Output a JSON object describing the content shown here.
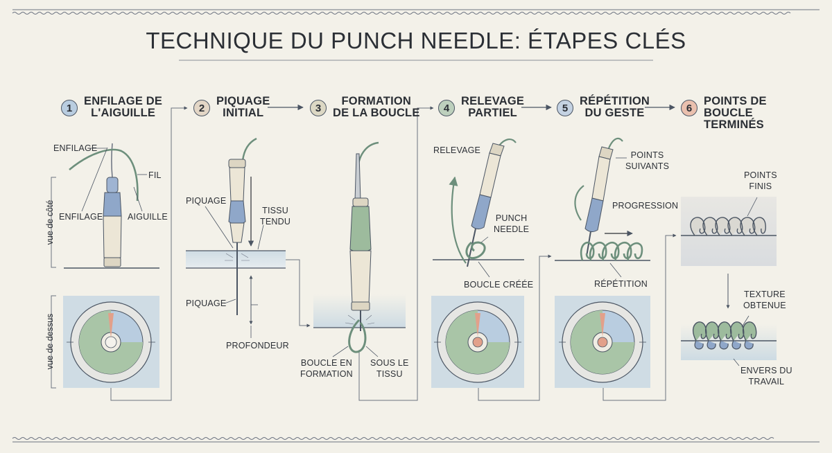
{
  "title": "TECHNIQUE DU PUNCH NEEDLE: ÉTAPES CLÉS",
  "side_labels": {
    "side_view": "vue de côté",
    "top_view": "vue de dessus"
  },
  "steps": [
    {
      "number": "1",
      "title_line1": "ENFILAGE DE",
      "title_line2": "L'AIGUILLE",
      "title_line3": ""
    },
    {
      "number": "2",
      "title_line1": "PIQUAGE",
      "title_line2": "INITIAL",
      "title_line3": ""
    },
    {
      "number": "3",
      "title_line1": "FORMATION",
      "title_line2": "DE LA BOUCLE",
      "title_line3": ""
    },
    {
      "number": "4",
      "title_line1": "RELEVAGE",
      "title_line2": "PARTIEL",
      "title_line3": ""
    },
    {
      "number": "5",
      "title_line1": "RÉPÉTITION",
      "title_line2": "DU GESTE",
      "title_line3": ""
    },
    {
      "number": "6",
      "title_line1": "POINTS DE",
      "title_line2": "BOUCLE",
      "title_line3": "TERMINÉS"
    }
  ],
  "labels": {
    "s1_enfilage_top": "ENFILAGE",
    "s1_fil": "FIL",
    "s1_enfilage": "ENFILAGE",
    "s1_aiguille": "AIGUILLE",
    "s2_piquage_top": "PIQUAGE",
    "s2_tissu_1": "TISSU",
    "s2_tissu_2": "TENDU",
    "s2_piquage_bottom": "PIQUAGE",
    "s2_profondeur": "PROFONDEUR",
    "s3_boucle_1": "BOUCLE EN",
    "s3_boucle_2": "FORMATION",
    "s3_sous_1": "SOUS LE",
    "s3_sous_2": "TISSU",
    "s4_relevage": "RELEVAGE",
    "s4_punch_1": "PUNCH",
    "s4_punch_2": "NEEDLE",
    "s4_boucle_creee": "BOUCLE CRÉÉE",
    "s5_points_1": "POINTS",
    "s5_points_2": "SUIVANTS",
    "s5_progression": "PROGRESSION",
    "s5_repetition": "RÉPÉTITION",
    "s6_points_1": "POINTS",
    "s6_points_2": "FINIS",
    "s6_texture_1": "TEXTURE",
    "s6_texture_2": "OBTENUE",
    "s6_envers_1": "ENVERS DU",
    "s6_envers_2": "TRAVAIL"
  },
  "colors": {
    "background": "#f3f1e9",
    "ink": "#2c3036",
    "handle": "#ece6d6",
    "grip_blue": "#8fa7c9",
    "grip_green": "#9dbb9d",
    "thread_green": "#6d8f7c",
    "fabric": "#cfdce4",
    "accent_orange": "#e2a08a"
  }
}
